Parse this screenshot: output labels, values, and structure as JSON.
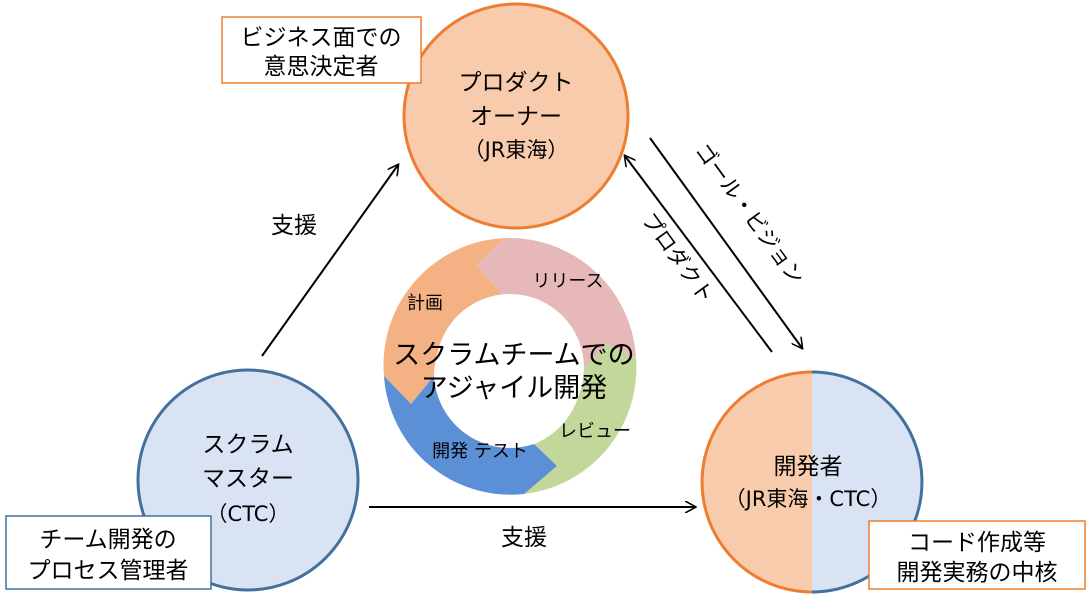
{
  "roles": {
    "product_owner": {
      "line1": "プロダクト",
      "line2": "オーナー",
      "line3": "（JR東海）",
      "note_line1": "ビジネス面での",
      "note_line2": "意思決定者"
    },
    "scrum_master": {
      "line1": "スクラム",
      "line2": "マスター",
      "line3": "（CTC）",
      "note_line1": "チーム開発の",
      "note_line2": "プロセス管理者"
    },
    "developers": {
      "line1": "開発者",
      "line2": "（JR東海・CTC）",
      "note_line1": "コード作成等",
      "note_line2": "開発実務の中核"
    }
  },
  "arrows": {
    "support_to_po": "支援",
    "support_to_dev": "支援",
    "goal_vision": "ゴール・ビジョン",
    "product": "プロダクト"
  },
  "cycle": {
    "center_line1": "スクラムチームでの",
    "center_line2": "アジャイル開発",
    "plan": "計画",
    "release": "リリース",
    "review": "レビュー",
    "dev_test": "開発 テスト"
  },
  "colors": {
    "orange_fill": "#f8cbad",
    "orange_stroke": "#ed7d31",
    "blue_fill": "#dae3f3",
    "blue_stroke": "#41719c",
    "plan_segment": "#f4b183",
    "release_segment": "#e6b9b8",
    "review_segment": "#c4d79b",
    "dev_segment": "#5b8fd6"
  }
}
